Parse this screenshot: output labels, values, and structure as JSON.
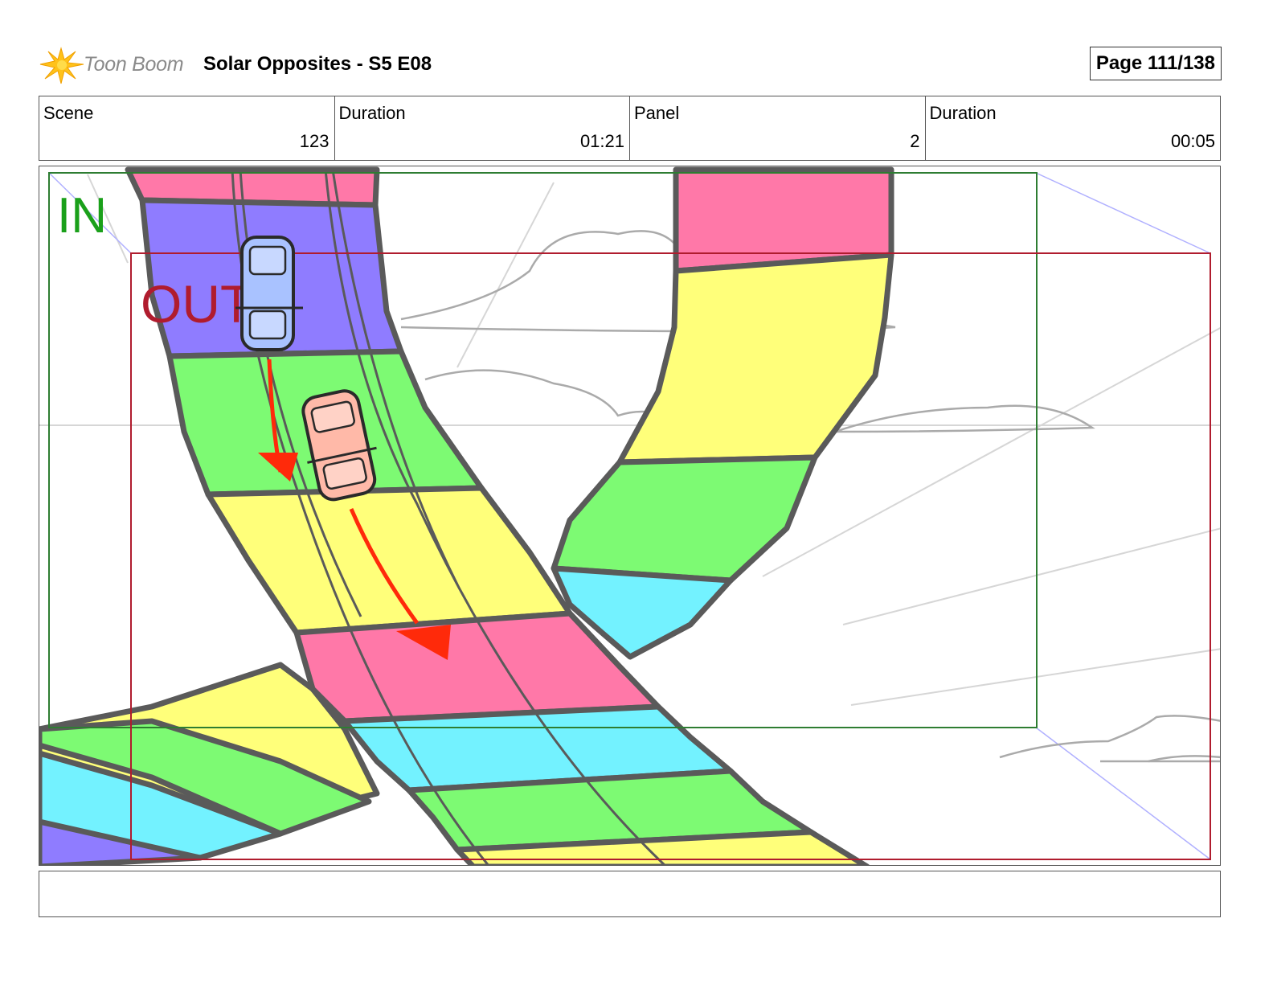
{
  "header": {
    "logo_text": "Toon Boom",
    "title": "Solar Opposites - S5 E08",
    "page": "Page 111/138"
  },
  "info": {
    "scene_label": "Scene",
    "scene_value": "123",
    "scene_duration_label": "Duration",
    "scene_duration_value": "01:21",
    "panel_label": "Panel",
    "panel_value": "2",
    "panel_duration_label": "Duration",
    "panel_duration_value": "00:05"
  },
  "panel": {
    "in_label": "IN",
    "out_label": "OUT"
  },
  "colors": {
    "in_frame": "#2e7d32",
    "out_frame": "#b01c2e",
    "arrow": "#ff2a0a",
    "pink": "#ff78a8",
    "purple": "#8f7cff",
    "green": "#7dfa73",
    "yellow": "#ffff7a",
    "cyan": "#73f2ff",
    "car_blue": "#a9c2ff",
    "car_pink": "#ffb9a8"
  },
  "notes": {
    "text": ""
  }
}
